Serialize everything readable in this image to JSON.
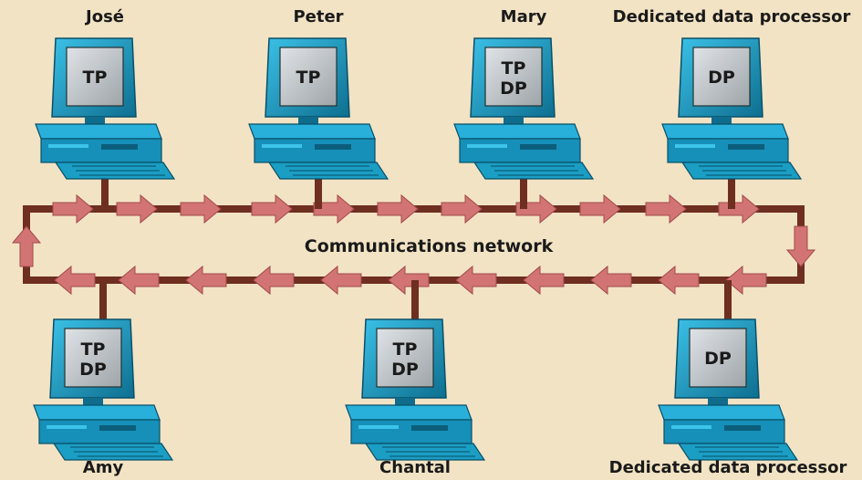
{
  "network": {
    "label": "Communications network"
  },
  "colors": {
    "background": "#f2e3c4",
    "line": "#6e2e20",
    "arrow": "#d27474",
    "computer": "#1a9ec4",
    "computer_dark": "#0f6c8c",
    "screen": "#b9bec2"
  },
  "top_nodes": [
    {
      "name": "José",
      "screen": [
        "TP"
      ]
    },
    {
      "name": "Peter",
      "screen": [
        "TP"
      ]
    },
    {
      "name": "Mary",
      "screen": [
        "TP",
        "DP"
      ]
    },
    {
      "name": "Dedicated data processor",
      "screen": [
        "DP"
      ]
    }
  ],
  "bottom_nodes": [
    {
      "name": "Amy",
      "screen": [
        "TP",
        "DP"
      ]
    },
    {
      "name": "Chantal",
      "screen": [
        "TP",
        "DP"
      ]
    },
    {
      "name": "Dedicated data processor",
      "screen": [
        "DP"
      ]
    }
  ]
}
